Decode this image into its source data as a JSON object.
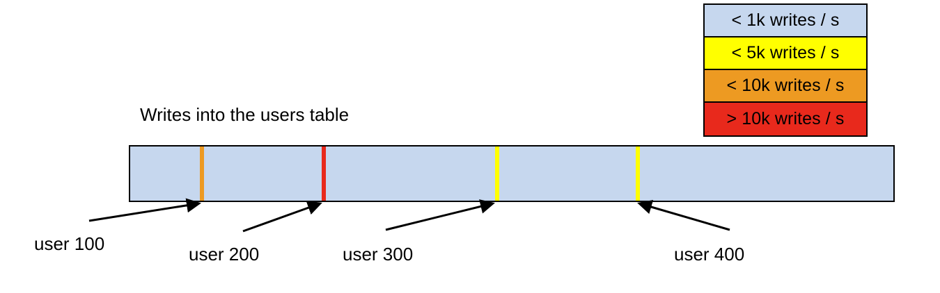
{
  "chart_data": {
    "type": "bar",
    "title": "Writes into the users table",
    "xlabel": "",
    "ylabel": "",
    "orientation": "horizontal",
    "description": "A single horizontal band representing the users table keyspace, shaded by write rate, with colored markers at hot user rows.",
    "base_band": {
      "label": "< 1k writes / s",
      "color": "#c6d7ee",
      "start": 0,
      "end": 100
    },
    "markers": [
      {
        "label": "user 100",
        "category": "< 10k writes / s",
        "color": "#ed9a22",
        "position_pct": 9.4,
        "value_bucket": "< 10k writes / s"
      },
      {
        "label": "user 200",
        "category": "> 10k writes / s",
        "color": "#e8291c",
        "position_pct": 25.3,
        "value_bucket": "> 10k writes / s"
      },
      {
        "label": "user 300",
        "category": "< 5k writes / s",
        "color": "#ffff00",
        "position_pct": 47.9,
        "value_bucket": "< 5k writes / s"
      },
      {
        "label": "user 400",
        "category": "< 5k writes / s",
        "color": "#ffff00",
        "position_pct": 66.2,
        "value_bucket": "< 5k writes / s"
      }
    ],
    "legend": {
      "position": "top-right",
      "entries": [
        {
          "label": "< 1k writes / s",
          "color": "#c6d7ee"
        },
        {
          "label": "< 5k writes / s",
          "color": "#ffff00"
        },
        {
          "label": "< 10k writes / s",
          "color": "#ed9a22"
        },
        {
          "label": "> 10k writes / s",
          "color": "#e8291c"
        }
      ]
    }
  },
  "legend": {
    "entries": [
      {
        "label": "< 1k writes / s",
        "color": "#c6d7ee"
      },
      {
        "label": "< 5k writes / s",
        "color": "#ffff00"
      },
      {
        "label": "< 10k writes / s",
        "color": "#ed9a22"
      },
      {
        "label": "> 10k writes / s",
        "color": "#e8291c"
      }
    ]
  },
  "title": "Writes into the users table",
  "markers": [
    {
      "label": "user 100",
      "color": "#ed9a22"
    },
    {
      "label": "user 200",
      "color": "#e8291c"
    },
    {
      "label": "user 300",
      "color": "#ffff00"
    },
    {
      "label": "user 400",
      "color": "#ffff00"
    }
  ]
}
